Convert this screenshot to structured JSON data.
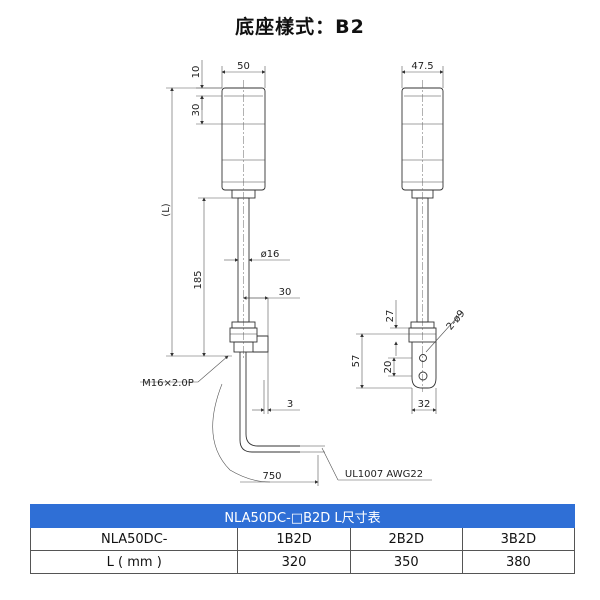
{
  "title": "底座樣式：B2",
  "dims": {
    "top_10": "10",
    "width_50": "50",
    "height_30": "30",
    "len_L": "(L)",
    "len_185": "185",
    "dia_16": "ø16",
    "off_30": "30",
    "thread": "M16×2.0P",
    "off_3": "3",
    "cable_len": "750",
    "cable_spec": "UL1007 AWG22",
    "side_width": "47.5",
    "side_27": "27",
    "side_57": "57",
    "side_20": "20",
    "hole": "2-ø9",
    "side_32": "32"
  },
  "table": {
    "caption": "NLA50DC-□B2D L尺寸表",
    "header": [
      "NLA50DC-",
      "1B2D",
      "2B2D",
      "3B2D"
    ],
    "row": [
      "L ( mm )",
      "320",
      "350",
      "380"
    ]
  }
}
